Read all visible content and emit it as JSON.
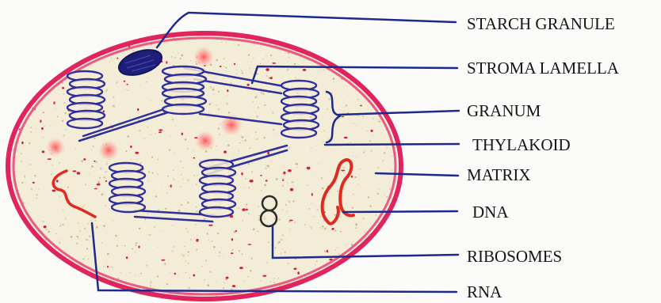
{
  "labels": {
    "starch_granule": "STARCH GRANULE",
    "stroma_lamella": "STROMA LAMELLA",
    "granum": "GRANUM",
    "thylakoid": "THYLAKOID",
    "matrix": "MATRIX",
    "dna": "DNA",
    "ribosomes": "RIBOSOMES",
    "rna": "RNA"
  },
  "colors": {
    "envelope": "#e0245e",
    "stroma": "#f3ecd6",
    "thylakoid": "#2f2f9c",
    "starch": "#1f1f7a",
    "dna": "#e02a1f",
    "ribosome_dot": "#d21e3c",
    "leader_line": "#1c2a8c",
    "text": "#141414"
  }
}
